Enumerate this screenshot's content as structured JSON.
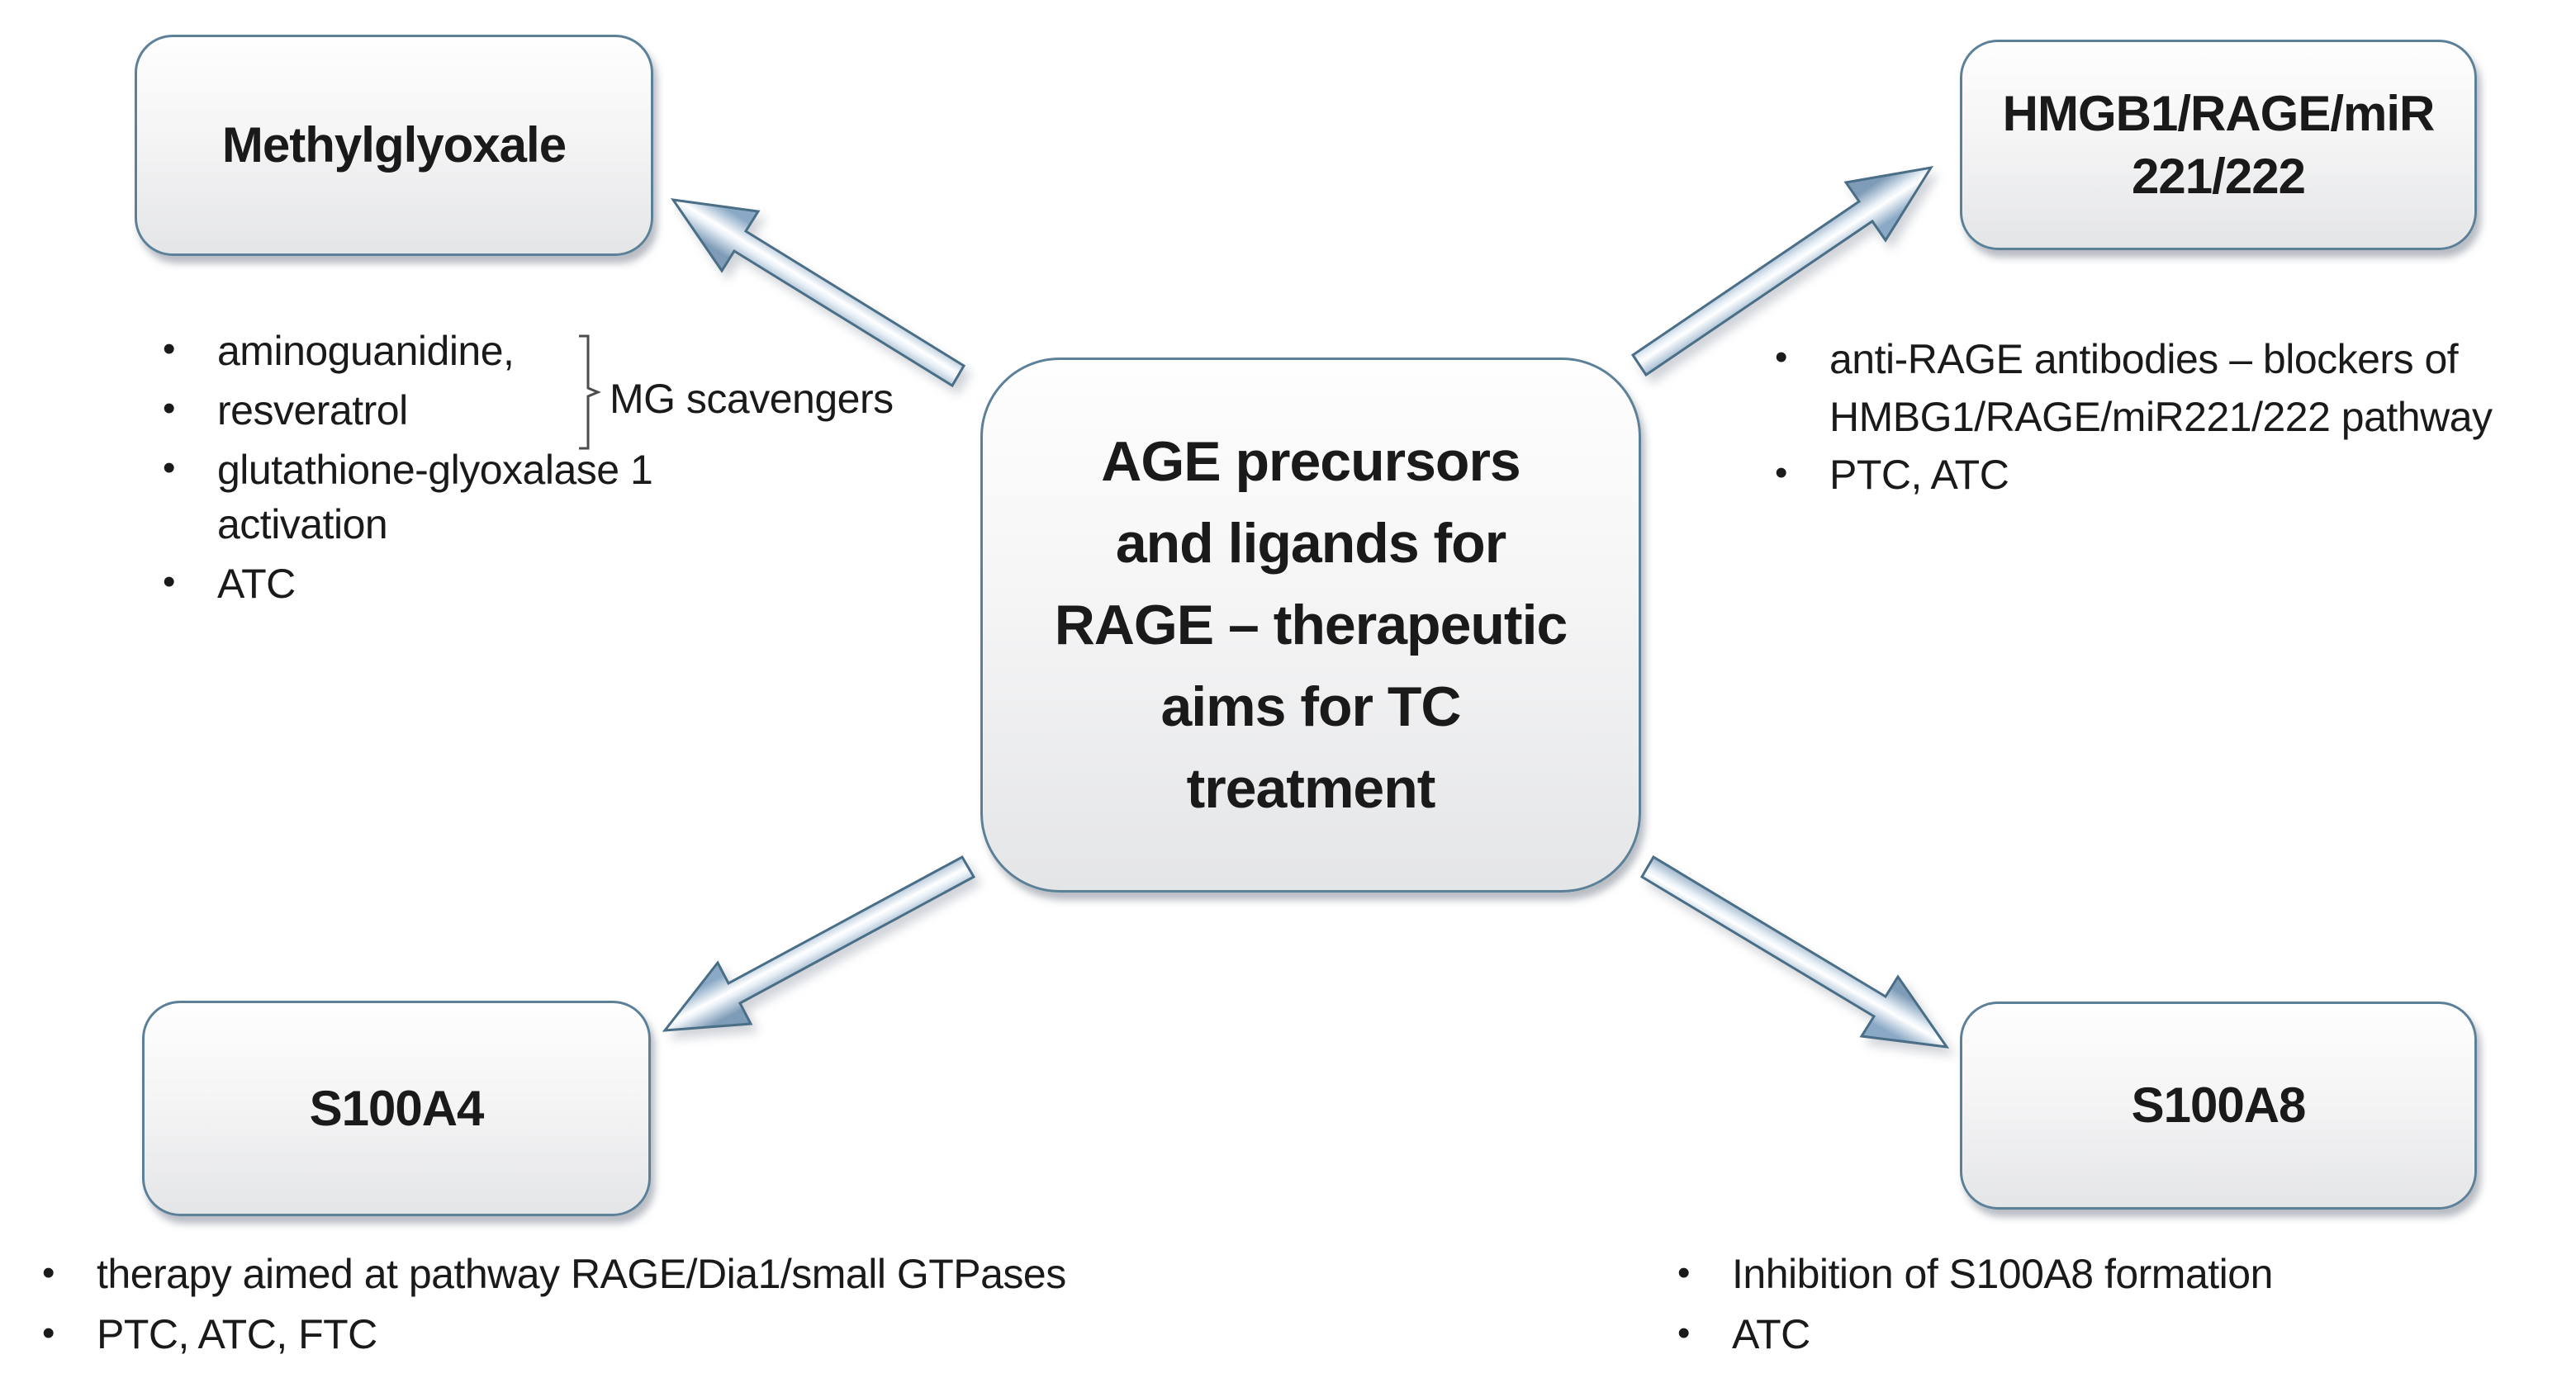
{
  "center": {
    "lines": [
      "AGE precursors",
      "and ligands for",
      "RAGE – therapeutic",
      "aims for TC",
      "treatment"
    ]
  },
  "boxes": {
    "methylglyoxale": {
      "title": "Methylglyoxale"
    },
    "hmgb": {
      "title_line1": "HMGB1/RAGE/miR",
      "title_line2": "221/222"
    },
    "s100a4": {
      "title": "S100A4"
    },
    "s100a8": {
      "title": "S100A8"
    }
  },
  "lists": {
    "methylglyoxale": {
      "items": [
        "aminoguanidine,",
        "resveratrol",
        "glutathione-glyoxalase 1 activation",
        "ATC"
      ],
      "brace_label": "MG scavengers"
    },
    "hmgb": {
      "items": [
        "anti-RAGE antibodies – blockers of HMBG1/RAGE/miR221/222 pathway",
        "PTC, ATC"
      ]
    },
    "s100a4": {
      "items": [
        "therapy aimed at pathway RAGE/Dia1/small GTPases",
        "PTC, ATC, FTC"
      ]
    },
    "s100a8": {
      "items": [
        "Inhibition of S100A8 formation",
        "ATC"
      ]
    }
  },
  "colors": {
    "background": "#ffffff",
    "text": "#1a1a1a",
    "box_border": "#5d8099",
    "box_fill_top": "#fefefe",
    "box_fill_bottom": "#e4e5e7",
    "arrow_outline": "#4a6e86",
    "arrow_edge": "#7e9cb8",
    "arrow_center": "#ffffff",
    "brace_stroke": "#4d4d4d"
  }
}
